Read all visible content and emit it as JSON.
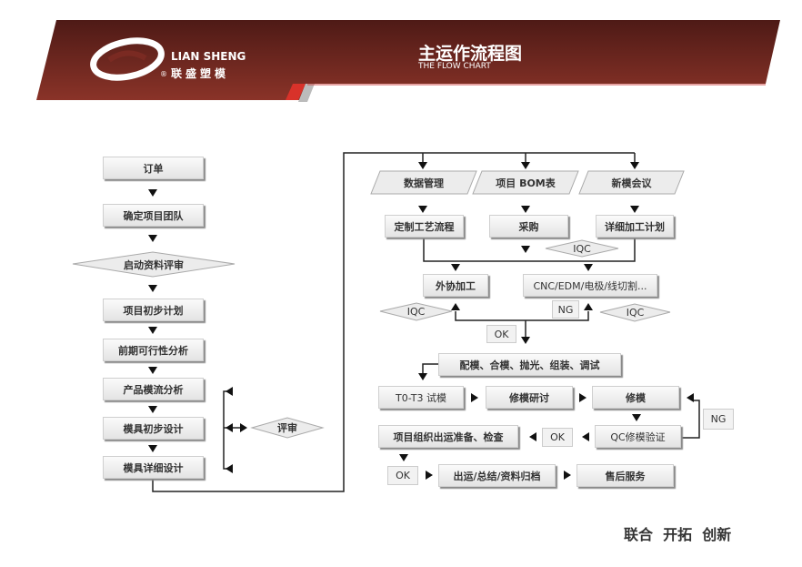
{
  "header": {
    "brand_en": "LIAN SHENG",
    "brand_cn": "联盛塑模",
    "registered": "®",
    "title": "主运作流程图",
    "subtitle": "THE FLOW CHART",
    "band_color": "#7a2a22"
  },
  "left": {
    "order": "订单",
    "team": "确定项目团队",
    "review_data": "启动资料评审",
    "initial_plan": "项目初步计划",
    "feasibility": "前期可行性分析",
    "moldflow": "产品模流分析",
    "prelim_design": "模具初步设计",
    "detail_design": "模具详细设计",
    "review": "评审"
  },
  "right": {
    "data_mgmt": "数据管理",
    "bom": "项目 BOM表",
    "kickoff": "新模会议",
    "process": "定制工艺流程",
    "purchase": "采购",
    "machining_plan": "详细加工计划",
    "iqc": "IQC",
    "outsource": "外协加工",
    "cnc": "CNC/EDM/电极/线切割...",
    "ng": "NG",
    "ok": "OK",
    "fitting": "配模、合模、抛光、组装、调试",
    "trial": "T0-T3 试模",
    "discuss": "修模研讨",
    "modify": "修模",
    "qc_verify": "QC修模验证",
    "ship_prep": "项目组织出运准备、检查",
    "ship": "出运/总结/资料归档",
    "after_sales": "售后服务"
  },
  "footer": {
    "slogan": "联合  开拓  创新"
  }
}
